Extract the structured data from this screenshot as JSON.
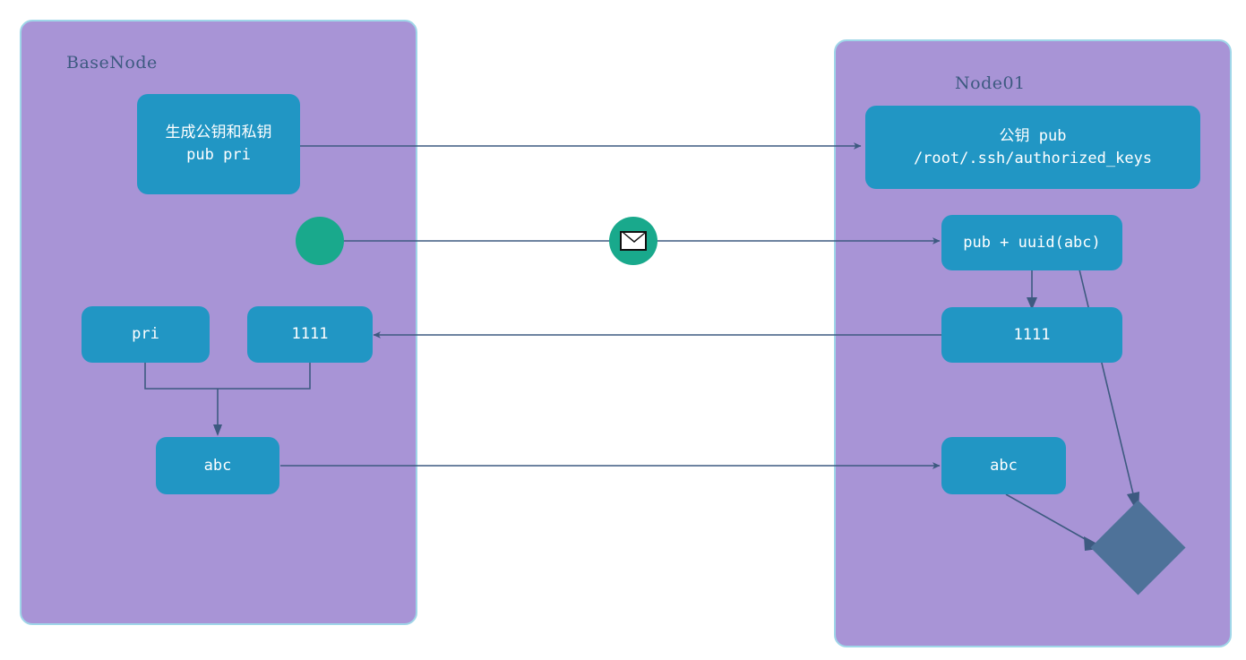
{
  "diagram": {
    "title": "SSH key exchange sequence diagram",
    "colors": {
      "pool_fill": "#a894d6",
      "pool_border": "#9fd6e8",
      "task_fill": "#2196c4",
      "task_text": "#ffffff",
      "event_fill": "#19a98c",
      "gateway_fill": "#4e7299",
      "connector": "#3d5a80",
      "pool_title_text": "#3d5a80",
      "background": "#ffffff"
    },
    "pools": [
      {
        "id": "basenode",
        "label": "BaseNode"
      },
      {
        "id": "node01",
        "label": "Node01"
      }
    ],
    "nodes": [
      {
        "id": "genkeys",
        "type": "task",
        "line1": "生成公钥和私钥",
        "line2": "pub  pri"
      },
      {
        "id": "start",
        "type": "event",
        "label": ""
      },
      {
        "id": "pri",
        "type": "task",
        "line1": "pri",
        "line2": ""
      },
      {
        "id": "left1111",
        "type": "task",
        "line1": "1111",
        "line2": ""
      },
      {
        "id": "leftabc",
        "type": "task",
        "line1": "abc",
        "line2": ""
      },
      {
        "id": "message",
        "type": "event",
        "label": "message-envelope"
      },
      {
        "id": "pubkey",
        "type": "task",
        "line1": "公钥  pub",
        "line2": "/root/.ssh/authorized_keys"
      },
      {
        "id": "pubuuid",
        "type": "task",
        "line1": "pub + uuid(abc)",
        "line2": ""
      },
      {
        "id": "right1111",
        "type": "task",
        "line1": "1111",
        "line2": ""
      },
      {
        "id": "rightabc",
        "type": "task",
        "line1": "abc",
        "line2": ""
      },
      {
        "id": "gateway",
        "type": "gateway",
        "label": ""
      }
    ],
    "icons": {
      "envelope": "envelope-icon",
      "start_event": "start-event-circle-icon",
      "gateway": "gateway-diamond-icon"
    }
  }
}
